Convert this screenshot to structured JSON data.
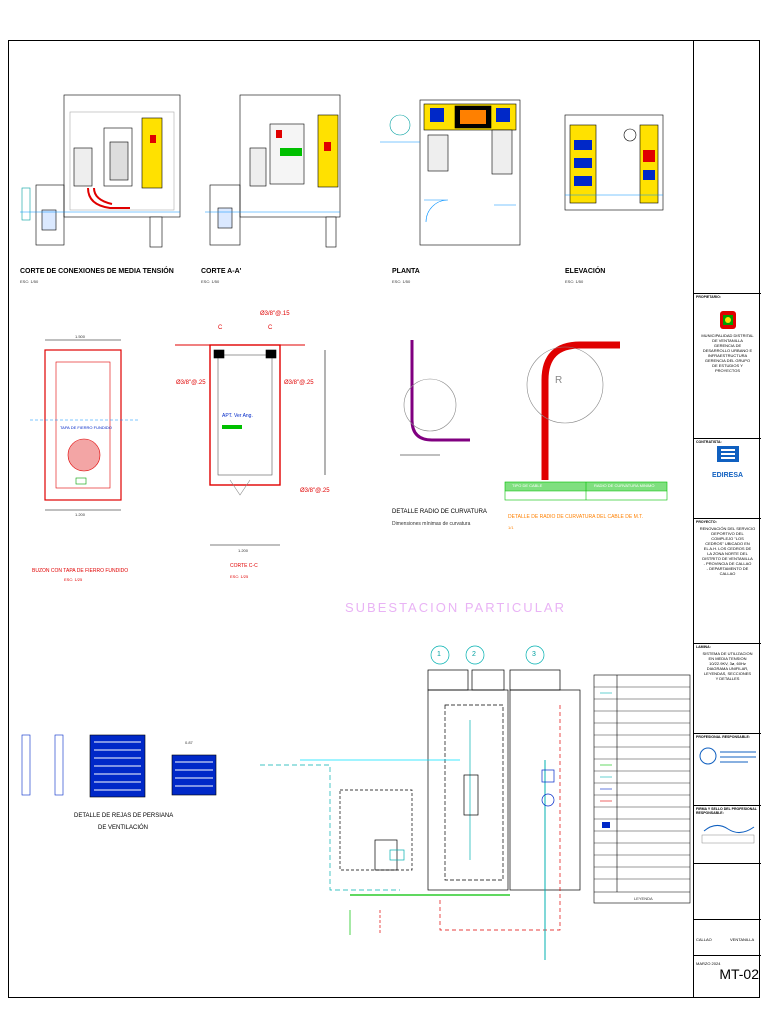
{
  "views": {
    "corte_conexiones": {
      "title": "CORTE DE CONEXIONES DE MEDIA TENSIÓN",
      "scale": "ESC: 1/50"
    },
    "corte_aa": {
      "title": "CORTE A-A'",
      "scale": "ESC: 1/50"
    },
    "planta": {
      "title": "PLANTA",
      "scale": "ESC: 1/50"
    },
    "elevacion": {
      "title": "ELEVACIÓN",
      "scale": "ESC: 1/50"
    }
  },
  "details": {
    "buzon": {
      "title": "BUZON CON TAPA DE FIERRO FUNDIDO",
      "scale": "ESC: 1/25",
      "dim_top": "1.500",
      "dim_bottom": "1.200",
      "tapa_label": "TAPA DE FIERRO FUNDIDO"
    },
    "corte_cc": {
      "title": "CORTE C-C",
      "scale": "ESC: 1/25",
      "dim1": "Ø3/8\"@.15",
      "dim2": "Ø3/8\"@.25",
      "dim3": "Ø3/8\"@.25",
      "dim4": "Ø3/8\"@.25",
      "dim_bottom": "1.200",
      "mark": "C",
      "ver": "APT. Ver Ang."
    },
    "radio": {
      "title": "DETALLE RADIO DE CURVATURA",
      "subtitle": "Dimensiones mínimas de curvatura"
    },
    "curvatura": {
      "title": "DETALLE DE RADIO DE CURVATURA DEL CABLE DE M.T.",
      "scale": "1/1",
      "radius": "R",
      "col1": "TIPO DE CABLE",
      "col2": "RADIO DE CURVATURA MINIMO"
    },
    "rejillas": {
      "title1": "DETALLE DE REJAS DE PERSIANA",
      "title2": "DE VENTILACIÓN",
      "dim": "0.87"
    }
  },
  "diagram": {
    "title": "SUBESTACION PARTICULAR",
    "c1": "1",
    "c2": "2",
    "c3": "3",
    "leyenda": "LEYENDA"
  },
  "title_block": {
    "propietario": "PROPIETARIO:",
    "owner_lines": [
      "MUNICIPALIDAD DISTRITAL",
      "DE VENTANILLA",
      "GERENCIA DE",
      "DESARROLLO URBANO E",
      "INFRAESTRUCTURA",
      "GERENCIA DEL GRUPO",
      "DE ESTUDIOS Y",
      "PROYECTOS"
    ],
    "contratista": "CONTRATISTA:",
    "company": "EDIRESA",
    "proyecto": "PROYECTO:",
    "project_lines": [
      "RENOVACIÓN DEL SERVICIO",
      "DEPORTIVO DEL",
      "COMPLEJO \"LOS",
      "CEDROS\" UBICADO EN",
      "EL A.H. LOS CEDROS DE",
      "LA ZONA NORTE DEL",
      "DISTRITO DE VENTANILLA",
      "- PROVINCIA DE CALLAO",
      "- DEPARTAMENTO DE",
      "CALLAO"
    ],
    "lamina": "LAMINA:",
    "lamina_lines": [
      "SISTEMA DE UTILIZACION",
      "EN MEDIA TENSION",
      "10/22.9KV, 3ø, 60Hz",
      "DIAGRAMA UNIFILAR,",
      "LEYENDAS, SECCIONES",
      "Y DETALLES"
    ],
    "prof": "PROFESIONAL RESPONSABLE:",
    "firma": "FIRMA Y SELLO DEL PROFESIONAL RESPONSABLE:",
    "distrito": "VENTANILLA",
    "provincia": "CALLAO",
    "fecha": "MARZO 2024",
    "sheet": "MT-02"
  }
}
